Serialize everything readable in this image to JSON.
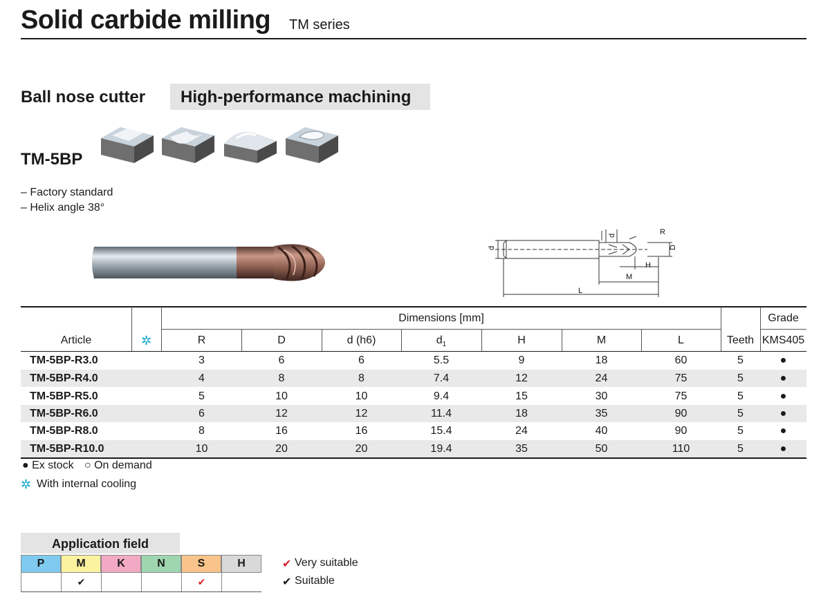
{
  "header": {
    "title": "Solid carbide milling",
    "series": "TM series"
  },
  "section": {
    "family": "Ball nose cutter",
    "application": "High-performance machining"
  },
  "model": "TM-5BP",
  "features": [
    "– Factory standard",
    "– Helix angle 38°"
  ],
  "drawing_labels": {
    "d": "d",
    "d1": "d",
    "d1_sub": "1",
    "R": "R",
    "D": "D",
    "H": "H",
    "M": "M",
    "L": "L"
  },
  "table": {
    "col_article": "Article",
    "col_cooling_icon": "✲",
    "group_dimensions": "Dimensions [mm]",
    "col_R": "R",
    "col_D": "D",
    "col_dh6": "d (h6)",
    "col_d1": "d",
    "col_d1_sub": "1",
    "col_H": "H",
    "col_M": "M",
    "col_L": "L",
    "col_teeth": "Teeth",
    "group_grade": "Grade",
    "col_grade": "KMS405",
    "rows": [
      {
        "article": "TM-5BP-R3.0",
        "R": "3",
        "D": "6",
        "d": "6",
        "d1": "5.5",
        "H": "9",
        "M": "18",
        "L": "60",
        "teeth": "5",
        "grade": "●"
      },
      {
        "article": "TM-5BP-R4.0",
        "R": "4",
        "D": "8",
        "d": "8",
        "d1": "7.4",
        "H": "12",
        "M": "24",
        "L": "75",
        "teeth": "5",
        "grade": "●"
      },
      {
        "article": "TM-5BP-R5.0",
        "R": "5",
        "D": "10",
        "d": "10",
        "d1": "9.4",
        "H": "15",
        "M": "30",
        "L": "75",
        "teeth": "5",
        "grade": "●"
      },
      {
        "article": "TM-5BP-R6.0",
        "R": "6",
        "D": "12",
        "d": "12",
        "d1": "11.4",
        "H": "18",
        "M": "35",
        "L": "90",
        "teeth": "5",
        "grade": "●"
      },
      {
        "article": "TM-5BP-R8.0",
        "R": "8",
        "D": "16",
        "d": "16",
        "d1": "15.4",
        "H": "24",
        "M": "40",
        "L": "90",
        "teeth": "5",
        "grade": "●"
      },
      {
        "article": "TM-5BP-R10.0",
        "R": "10",
        "D": "20",
        "d": "20",
        "d1": "19.4",
        "H": "35",
        "M": "50",
        "L": "110",
        "teeth": "5",
        "grade": "●"
      }
    ]
  },
  "legend": {
    "ex_stock": "● Ex stock",
    "on_demand": "○ On demand",
    "cooling_icon": "✲",
    "cooling": "With internal cooling"
  },
  "application_field": {
    "title": "Application field",
    "materials": [
      {
        "label": "P",
        "color": "#7ecbef",
        "mark": ""
      },
      {
        "label": "M",
        "color": "#fbf3a0",
        "mark": "✔"
      },
      {
        "label": "K",
        "color": "#f2a9c3",
        "mark": ""
      },
      {
        "label": "N",
        "color": "#9fd6b0",
        "mark": ""
      },
      {
        "label": "S",
        "color": "#f9c48a",
        "mark": "✔"
      },
      {
        "label": "H",
        "color": "#d9d9d9",
        "mark": ""
      }
    ],
    "very_suitable_icon": "✔",
    "very_suitable": "Very suitable",
    "suitable_icon": "✔",
    "suitable": "Suitable",
    "colors": {
      "very_suitable": "#d81f26",
      "suitable": "#1a1a1a"
    }
  }
}
